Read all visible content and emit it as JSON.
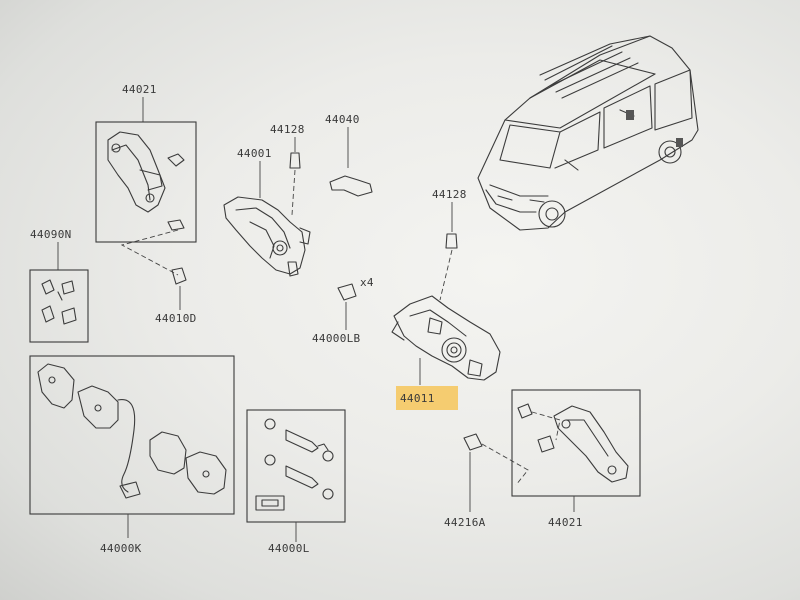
{
  "diagram": {
    "labels": {
      "p44021_top": "44021",
      "p44128_left": "44128",
      "p44040": "44040",
      "p44001": "44001",
      "p44090N": "44090N",
      "p44010D": "44010D",
      "p44128_right": "44128",
      "x4": "x4",
      "p44000LB": "44000LB",
      "p44011": "44011",
      "p44000K": "44000K",
      "p44000L": "44000L",
      "p44216A": "44216A",
      "p44021_bottom": "44021"
    },
    "colors": {
      "highlight": "#f6c65a",
      "line": "#3c3c3c",
      "background": "#ececea"
    }
  }
}
